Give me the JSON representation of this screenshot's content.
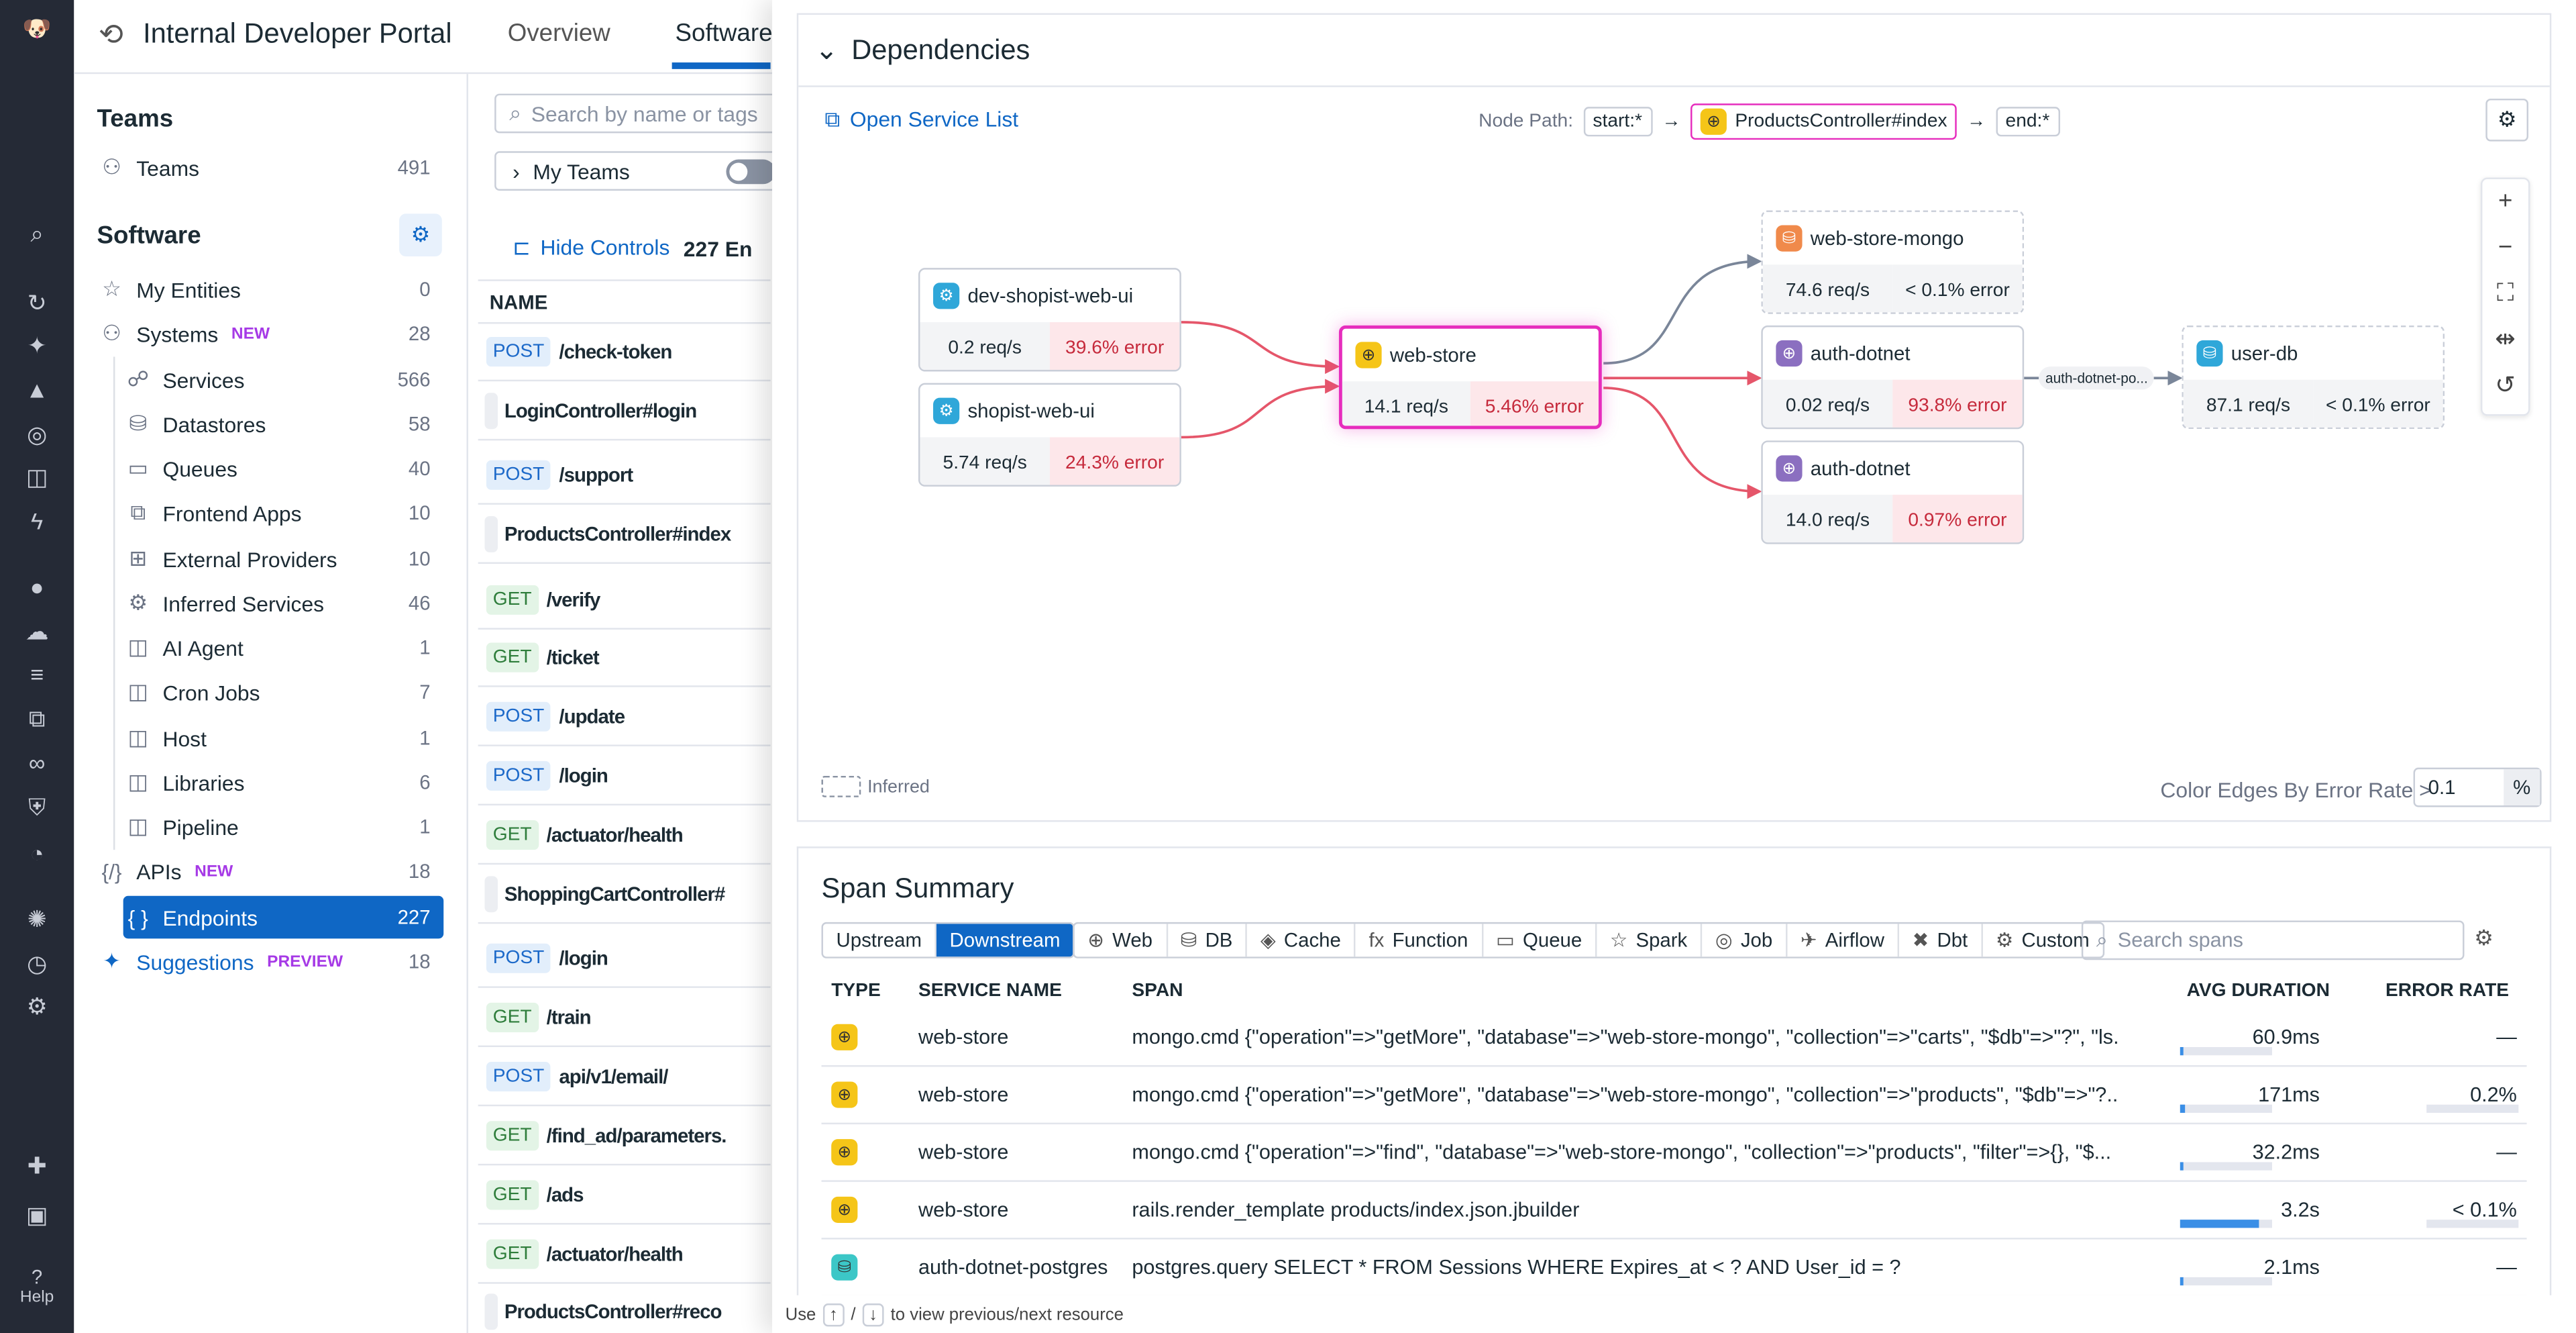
{
  "nav": {
    "icons": [
      "dog-logo-icon",
      "search-icon",
      "history-icon",
      "sparkle-icon",
      "chart-icon",
      "target-icon",
      "cube-icon",
      "bolt-icon",
      "dots-icon",
      "cloud-icon",
      "logs-icon",
      "apm-icon",
      "link-icon",
      "shield-icon",
      "gauge-icon",
      "bug-icon",
      "speedometer-icon",
      "settings-icon",
      "puzzle-icon",
      "avatar-icon"
    ],
    "help": "Help",
    "help_icon": "?"
  },
  "header": {
    "title": "Internal Developer Portal",
    "tabs": [
      "Overview",
      "Software"
    ]
  },
  "sidebar": {
    "teams_heading": "Teams",
    "teams": {
      "label": "Teams",
      "count": "491"
    },
    "software_heading": "Software",
    "items": [
      {
        "label": "My Entities",
        "count": "0",
        "icon": "☆",
        "name": "star-icon"
      },
      {
        "label": "Systems",
        "count": "28",
        "icon": "⚇",
        "name": "systems-icon",
        "badge": "NEW"
      },
      {
        "label": "Services",
        "count": "566",
        "icon": "☍",
        "name": "services-icon",
        "sub": true
      },
      {
        "label": "Datastores",
        "count": "58",
        "icon": "⛁",
        "name": "database-icon",
        "sub": true
      },
      {
        "label": "Queues",
        "count": "40",
        "icon": "▭",
        "name": "queue-icon",
        "sub": true
      },
      {
        "label": "Frontend Apps",
        "count": "10",
        "icon": "⧉",
        "name": "frontend-icon",
        "sub": true
      },
      {
        "label": "External Providers",
        "count": "10",
        "icon": "⊞",
        "name": "external-icon",
        "sub": true
      },
      {
        "label": "Inferred Services",
        "count": "46",
        "icon": "⚙",
        "name": "inferred-icon",
        "sub": true
      },
      {
        "label": "AI Agent",
        "count": "1",
        "icon": "◫",
        "name": "cube-icon",
        "sub": true
      },
      {
        "label": "Cron Jobs",
        "count": "7",
        "icon": "◫",
        "name": "cube-icon",
        "sub": true
      },
      {
        "label": "Host",
        "count": "1",
        "icon": "◫",
        "name": "cube-icon",
        "sub": true
      },
      {
        "label": "Libraries",
        "count": "6",
        "icon": "◫",
        "name": "cube-icon",
        "sub": true
      },
      {
        "label": "Pipeline",
        "count": "1",
        "icon": "◫",
        "name": "cube-icon",
        "sub": true
      },
      {
        "label": "APIs",
        "count": "18",
        "icon": "{/}",
        "name": "api-icon",
        "badge": "NEW"
      },
      {
        "label": "Endpoints",
        "count": "227",
        "icon": "{ }",
        "name": "endpoints-icon",
        "sub": true,
        "selected": true
      },
      {
        "label": "Suggestions",
        "count": "18",
        "icon": "✦",
        "name": "sparkle-icon",
        "badge": "PREVIEW",
        "link": true
      }
    ]
  },
  "list": {
    "search_placeholder": "Search by name or tags",
    "my_teams": "My Teams",
    "hide_controls": "Hide Controls",
    "count": "227 En",
    "col_name": "NAME",
    "rows": [
      {
        "method": "POST",
        "name": "/check-token"
      },
      {
        "method": "",
        "name": "LoginController#login"
      },
      {
        "method": "POST",
        "name": "/support"
      },
      {
        "method": "",
        "name": "ProductsController#index"
      },
      {
        "method": "GET",
        "name": "/verify"
      },
      {
        "method": "GET",
        "name": "/ticket"
      },
      {
        "method": "POST",
        "name": "/update"
      },
      {
        "method": "POST",
        "name": "/login"
      },
      {
        "method": "GET",
        "name": "/actuator/health"
      },
      {
        "method": "",
        "name": "ShoppingCartController#"
      },
      {
        "method": "POST",
        "name": "/login"
      },
      {
        "method": "GET",
        "name": "/train"
      },
      {
        "method": "POST",
        "name": "api/v1/email/"
      },
      {
        "method": "GET",
        "name": "/find_ad/parameters."
      },
      {
        "method": "GET",
        "name": "/ads"
      },
      {
        "method": "GET",
        "name": "/actuator/health"
      },
      {
        "method": "",
        "name": "ProductsController#reco"
      }
    ]
  },
  "deps": {
    "title": "Dependencies",
    "open_service_list": "Open Service List",
    "node_path_label": "Node Path:",
    "path": [
      "start:*",
      "ProductsController#index",
      "end:*"
    ],
    "inferred": "Inferred",
    "color_edges_label": "Color Edges By Error Rate >",
    "color_edges_value": "0.1",
    "color_edges_unit": "%",
    "edge_label": "auth-dotnet-po...",
    "nodes": [
      {
        "name": "dev-shopist-web-ui",
        "req": "0.2 req/s",
        "err": "39.6% error",
        "errhi": true,
        "color": "#2fa7d9",
        "glyph": "⚙"
      },
      {
        "name": "shopist-web-ui",
        "req": "5.74 req/s",
        "err": "24.3% error",
        "errhi": true,
        "color": "#2fa7d9",
        "glyph": "⚙"
      },
      {
        "name": "web-store",
        "req": "14.1 req/s",
        "err": "5.46% error",
        "errhi": true,
        "color": "#f5c518",
        "glyph": "⊕"
      },
      {
        "name": "web-store-mongo",
        "req": "74.6 req/s",
        "err": "< 0.1% error",
        "errhi": false,
        "color": "#f08a4b",
        "glyph": "⛁",
        "dashed": true
      },
      {
        "name": "auth-dotnet",
        "req": "0.02 req/s",
        "err": "93.8% error",
        "errhi": true,
        "color": "#8b6fc0",
        "glyph": "⊕"
      },
      {
        "name": "auth-dotnet",
        "req": "14.0 req/s",
        "err": "0.97% error",
        "errhi": true,
        "color": "#8b6fc0",
        "glyph": "⊕"
      },
      {
        "name": "user-db",
        "req": "87.1 req/s",
        "err": "< 0.1% error",
        "errhi": false,
        "color": "#2fa7d9",
        "glyph": "⛁",
        "dashed": true
      }
    ]
  },
  "spans": {
    "title": "Span Summary",
    "direction": [
      "Upstream",
      "Downstream"
    ],
    "active_direction": "Downstream",
    "filters": [
      {
        "icon": "⊕",
        "label": "Web"
      },
      {
        "icon": "⛁",
        "label": "DB"
      },
      {
        "icon": "◈",
        "label": "Cache"
      },
      {
        "icon": "fx",
        "label": "Function"
      },
      {
        "icon": "▭",
        "label": "Queue"
      },
      {
        "icon": "☆",
        "label": "Spark"
      },
      {
        "icon": "◎",
        "label": "Job"
      },
      {
        "icon": "✈",
        "label": "Airflow"
      },
      {
        "icon": "✖",
        "label": "Dbt"
      },
      {
        "icon": "⚙",
        "label": "Custom"
      }
    ],
    "search_placeholder": "Search spans",
    "columns": [
      "TYPE",
      "SERVICE NAME",
      "SPAN",
      "AVG DURATION",
      "ERROR RATE"
    ],
    "rows": [
      {
        "type": "web",
        "color": "#f5c518",
        "service": "web-store",
        "span": "mongo.cmd {\"operation\"=>\"getMore\", \"database\"=>\"web-store-mongo\", \"collection\"=>\"carts\", \"$db\"=>\"?\", \"ls...",
        "duration": "60.9ms",
        "duration_frac": 0.03,
        "error": "—",
        "error_frac": null
      },
      {
        "type": "web",
        "color": "#f5c518",
        "service": "web-store",
        "span": "mongo.cmd {\"operation\"=>\"getMore\", \"database\"=>\"web-store-mongo\", \"collection\"=>\"products\", \"$db\"=>\"?...",
        "duration": "171ms",
        "duration_frac": 0.05,
        "error": "0.2%",
        "error_frac": 0.002
      },
      {
        "type": "web",
        "color": "#f5c518",
        "service": "web-store",
        "span": "mongo.cmd {\"operation\"=>\"find\", \"database\"=>\"web-store-mongo\", \"collection\"=>\"products\", \"filter\"=>{}, \"$...",
        "duration": "32.2ms",
        "duration_frac": 0.02,
        "error": "—",
        "error_frac": null
      },
      {
        "type": "web",
        "color": "#f5c518",
        "service": "web-store",
        "span": "rails.render_template products/index.json.jbuilder",
        "duration": "3.2s",
        "duration_frac": 0.85,
        "error": "< 0.1%",
        "error_frac": 0.001
      },
      {
        "type": "db",
        "color": "#3cc7c7",
        "service": "auth-dotnet-postgres",
        "span": "postgres.query SELECT * FROM Sessions WHERE Expires_at < ? AND User_id = ?",
        "duration": "2.1ms",
        "duration_frac": 0.0,
        "error": "—",
        "error_frac": null
      }
    ]
  },
  "footer": {
    "pre": "Use",
    "up": "↑",
    "sep": "/",
    "down": "↓",
    "post": "to view previous/next resource"
  }
}
